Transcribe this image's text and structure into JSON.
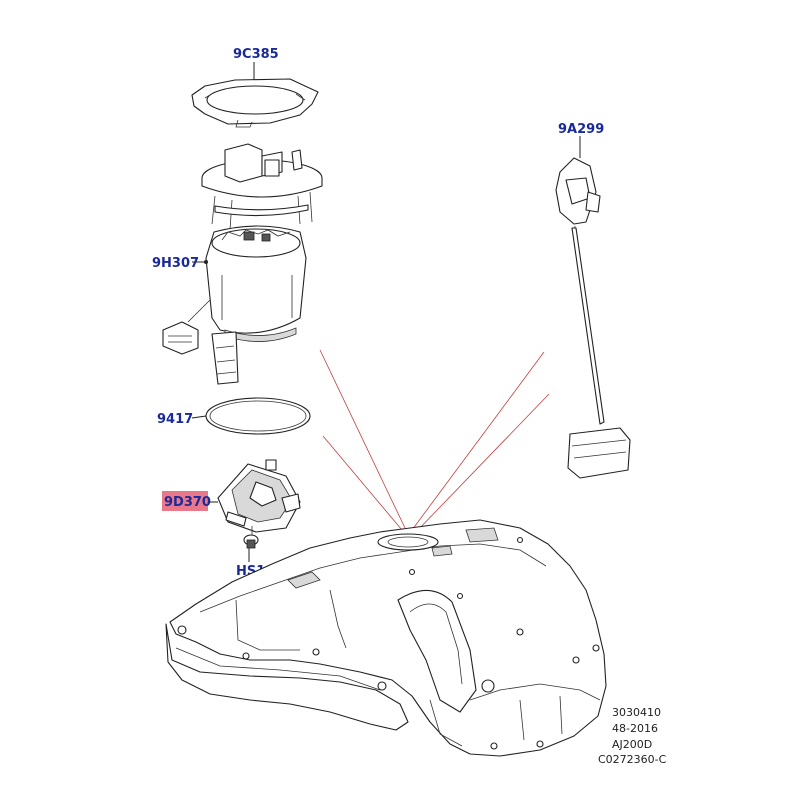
{
  "labels": {
    "seal_ring": "9C385",
    "pump_module": "9H307",
    "o_ring": "9417",
    "control_module": "9D370",
    "screw": "HS1",
    "level_sender": "9A299"
  },
  "reference": {
    "line1": "3030410",
    "line2": "48-2016",
    "line3": "AJ200D",
    "line4": "C0272360-C"
  },
  "colors": {
    "label_text": "#1a2a9a",
    "highlight": "#e8788a",
    "pointer_lines": "#c04040"
  }
}
